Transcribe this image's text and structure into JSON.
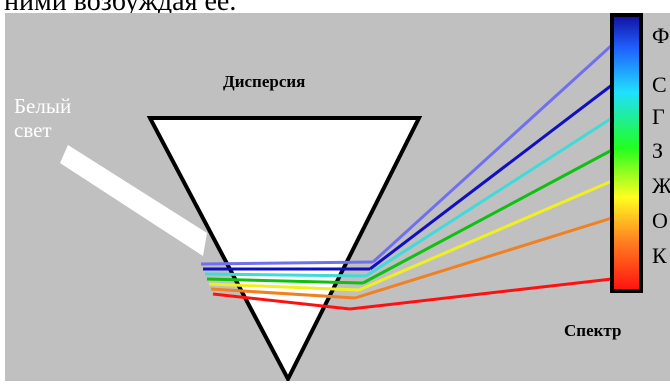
{
  "top_caption": "ними возбуждая ее.",
  "diagram": {
    "title": "Дисперсия",
    "input_label_line1": "Белый",
    "input_label_line2": "свет",
    "spectrum_label": "Спектр",
    "spectrum_letters": [
      "Ф",
      "С",
      "Г",
      "З",
      "Ж",
      "О",
      "К"
    ],
    "colors": {
      "background": "#c0c0c0",
      "prism_fill": "#ffffff",
      "prism_outline": "#000000",
      "rays": [
        "#7070ee",
        "#1010c0",
        "#40dada",
        "#10c010",
        "#f0f020",
        "#f08020",
        "#ff1010"
      ]
    }
  }
}
